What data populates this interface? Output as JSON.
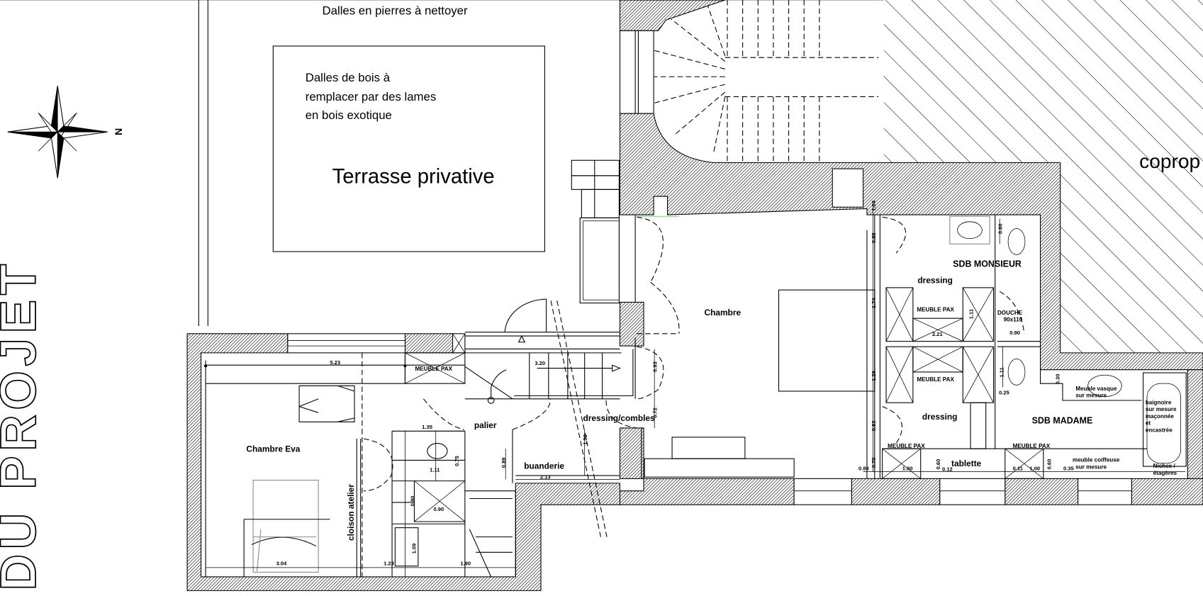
{
  "title_vertical": "DU PROJET",
  "compass": {
    "north_label": "N"
  },
  "terrace": {
    "note_top": "Dalles en pierres à nettoyer",
    "note_lines": [
      "Dalles de bois à",
      "remplacer par des lames",
      "en bois exotique"
    ],
    "title": "Terrasse privative"
  },
  "copro_label": "coprop",
  "rooms": {
    "chambre_eva": "Chambre Eva",
    "cloison": "cloison atelier",
    "palier": "palier",
    "buanderie": "buanderie",
    "dressing_combles": "dressing/combles",
    "chambre": "Chambre",
    "dressing_1": "dressing",
    "dressing_2": "dressing",
    "sdb_monsieur": "SDB MONSIEUR",
    "sdb_madame": "SDB MADAME",
    "douche": "DOUCHE",
    "douche_size": "90x110",
    "tablette": "tablette"
  },
  "furniture": {
    "pax": "MEUBLE PAX",
    "vasque": [
      "Meuble vasque",
      "sur mesure"
    ],
    "coiffeuse": [
      "meuble coiffeuse",
      "sur mesure"
    ],
    "baignoire": [
      "baignoire",
      "sur mesure",
      "maçonnée",
      "et",
      "encastrée"
    ],
    "niches": [
      "Niches /",
      "étagères"
    ]
  },
  "dims": [
    "5.23",
    "3.20",
    "1.35",
    "0.75",
    "1.11",
    "0.80",
    "0.90",
    "1.09",
    "1.23",
    "1.90",
    "3.04",
    "0.89",
    "2.13",
    "1.90",
    "0.93",
    "0.72",
    "1.04",
    "0.88",
    "1.74",
    "1.26",
    "0.83",
    "0.70",
    "0.80",
    "2.21",
    "1.11",
    "0.60",
    "0.90",
    "1.11",
    "0.25",
    "0.30",
    "1.00",
    "0.60",
    "0.12",
    "0.11",
    "1.00",
    "0.60",
    "0.35"
  ]
}
